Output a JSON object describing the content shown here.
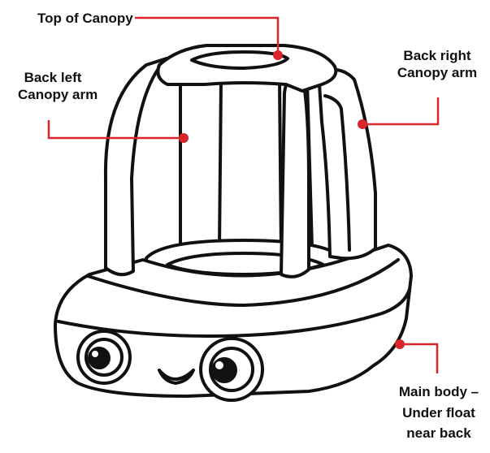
{
  "labels": {
    "top_canopy": "Top of Canopy",
    "back_left_1": "Back left",
    "back_left_2": "Canopy arm",
    "back_right_1": "Back right",
    "back_right_2": "Canopy arm",
    "main_1": "Main body –",
    "main_2": "Under float",
    "main_3": "near back"
  },
  "colors": {
    "callout": "#d8262a",
    "outline": "#111111",
    "fill": "#ffffff"
  }
}
